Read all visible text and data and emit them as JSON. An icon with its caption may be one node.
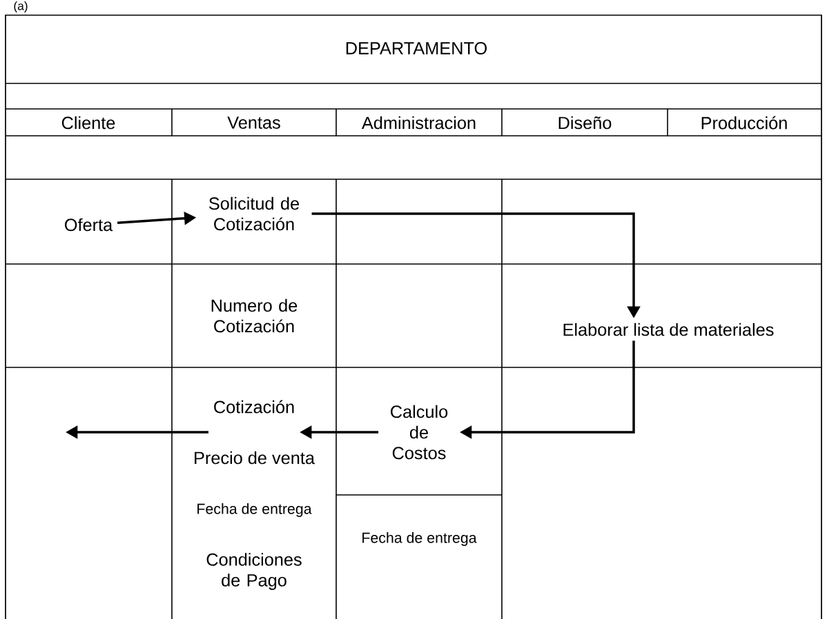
{
  "diagram": {
    "title": "DEPARTAMENTO",
    "nodes": [
      {
        "text": [
          "Oferta"
        ]
      },
      {
        "text": [
          "Solicitud de Cotización"
        ]
      },
      {
        "text": [
          "Elaborar lista de materiales"
        ]
      },
      {
        "text": [
          "Cotización"
        ]
      },
      {
        "text": [
          "Calculo de Costos"
        ]
      }
    ],
    "edges": [
      {
        "from": 0,
        "to": 1,
        "arrow": "to"
      },
      {
        "from": 1,
        "to": 2,
        "arrow": "to"
      },
      {
        "from": 2,
        "to": 4,
        "arrow": "to"
      },
      {
        "from": 4,
        "to": 3,
        "arrow": "to"
      },
      {
        "from": 3,
        "to": null,
        "arrow": "to"
      }
    ],
    "labels": [
      "(a)",
      "Cliente",
      "Ventas",
      "Administracion",
      "Diseño",
      "Producción",
      "Numero de Cotización",
      "Precio de venta",
      "Fecha de entrega",
      "Condiciones de Pago",
      "Fecha de entrega"
    ]
  }
}
